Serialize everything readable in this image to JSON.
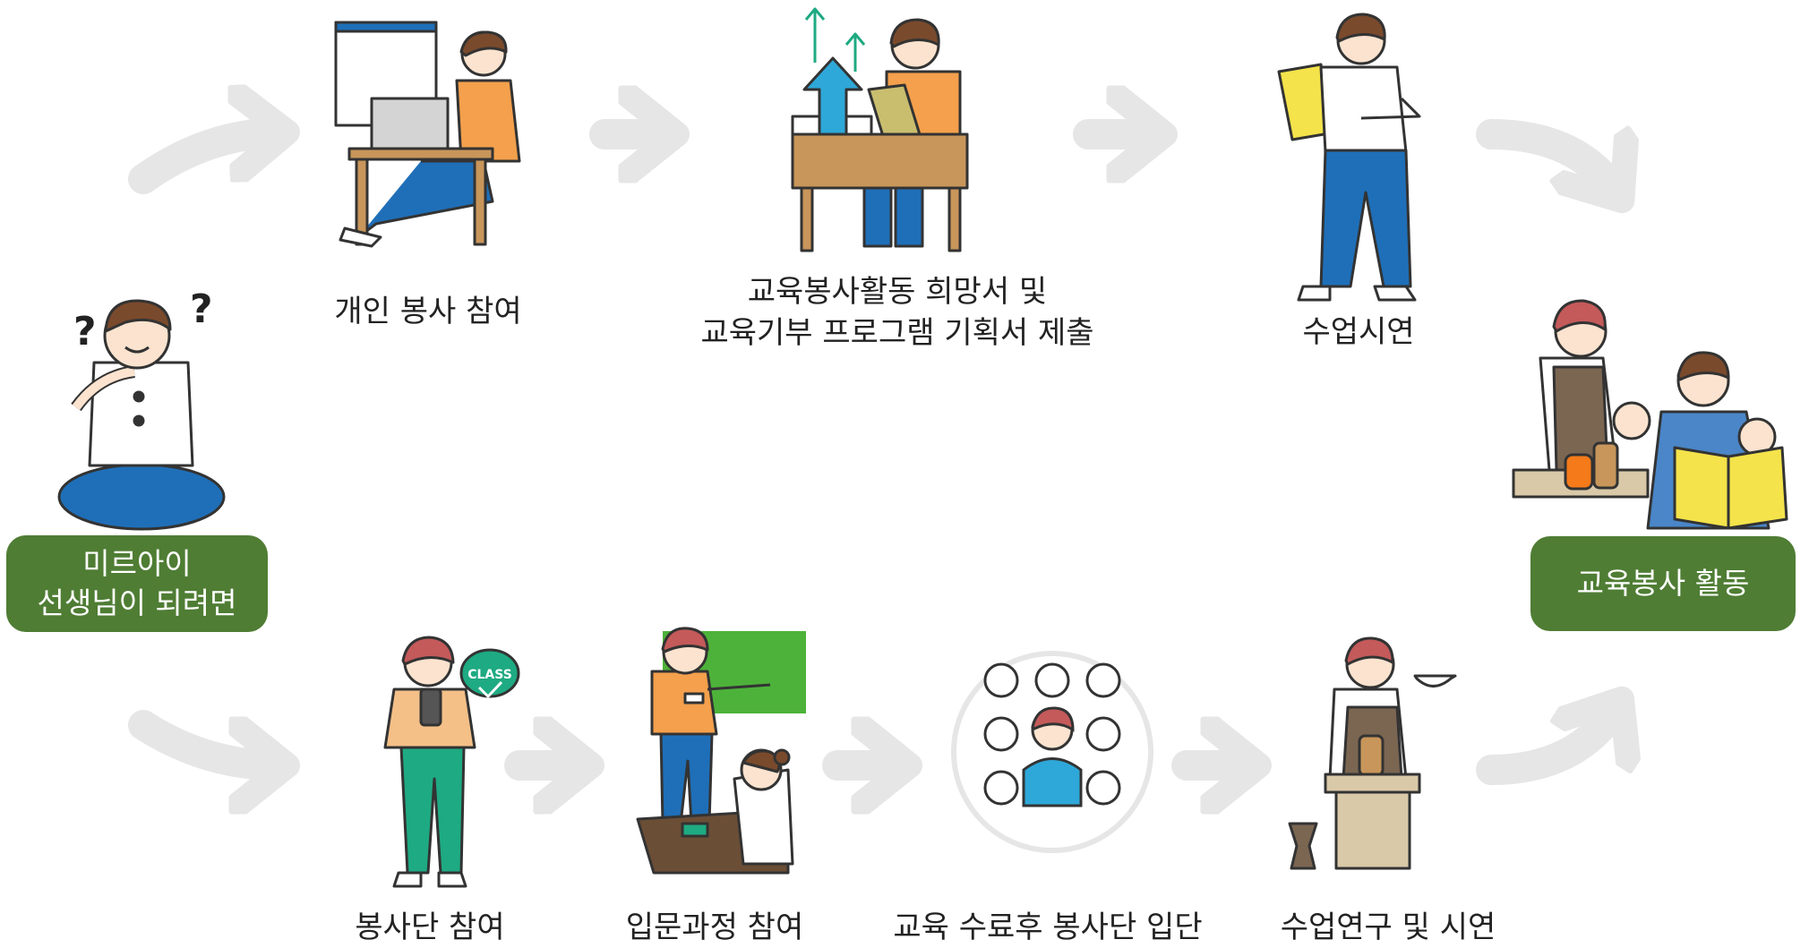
{
  "start_box": {
    "line1": "미르아이",
    "line2": "선생님이 되려면"
  },
  "end_box": {
    "label": "교육봉사 활동"
  },
  "top_path": [
    {
      "line1": "개인 봉사 참여",
      "line2": ""
    },
    {
      "line1": "교육봉사활동 희망서 및",
      "line2": "교육기부 프로그램 기획서 제출"
    },
    {
      "line1": "수업시연",
      "line2": ""
    }
  ],
  "bottom_path": [
    {
      "line1": "봉사단 참여"
    },
    {
      "line1": "입문과정 참여"
    },
    {
      "line1": "교육 수료후 봉사단 입단"
    },
    {
      "line1": "수업연구 및 시연"
    }
  ],
  "badge_text": "CLASS",
  "colors": {
    "box_green": "#4f7d34",
    "arrow_gray": "#e6e6e6",
    "orange": "#f4a04c",
    "blue": "#1f6fb8",
    "yellow": "#f4e34a",
    "teal": "#1eaa82",
    "board_green": "#4db23a",
    "wood": "#c8965a",
    "skin": "#fbe3cf",
    "outline": "#333333"
  },
  "icons": [
    "thinking-person-icon",
    "laptop-person-icon",
    "growth-chart-person-icon",
    "presenting-person-icon",
    "family-reading-icon",
    "phone-class-person-icon",
    "teacher-board-icon",
    "group-crowd-icon",
    "pottery-teacher-icon"
  ]
}
